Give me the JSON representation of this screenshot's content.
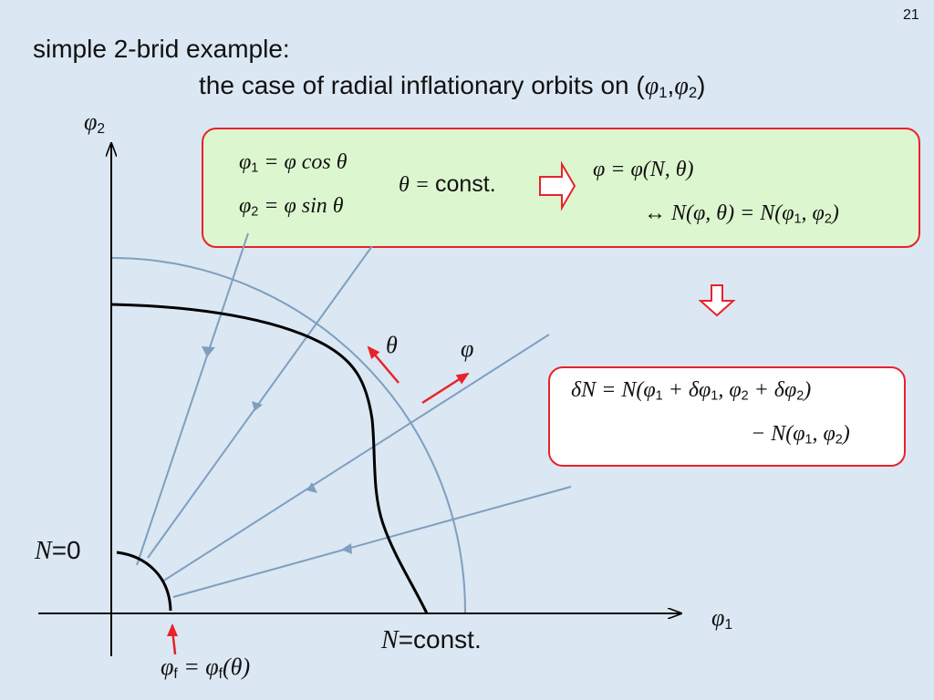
{
  "slide": {
    "number": "21",
    "title_line1": "simple 2-brid example:",
    "title_line2_prefix": "the case of radial inflationary orbits on (",
    "title_line2_phi": "φ",
    "title_line2_sub1": "1",
    "title_line2_sep": ",",
    "title_line2_sub2": "2",
    "title_line2_suffix": ")"
  },
  "equations": {
    "eq1_lhs": "φ",
    "eq1_lhs_sub": "1",
    "eq1_rhs": " = φ cos θ",
    "eq2_lhs": "φ",
    "eq2_lhs_sub": "2",
    "eq2_rhs": " = φ sin θ",
    "theta_const_sym": "θ = ",
    "theta_const_word": "const.",
    "phi_of_n": "φ = φ(N, θ)",
    "n_equiv_a": "↔ N(φ, θ) = N(φ",
    "n_equiv_sub1": "1",
    "n_equiv_b": ", φ",
    "n_equiv_sub2": "2",
    "n_equiv_c": ")",
    "dn_line1_a": "δN = N(φ",
    "dn_line1_sub1": "1",
    "dn_line1_b": " + δφ",
    "dn_line1_sub1b": "1",
    "dn_line1_c": ", φ",
    "dn_line1_sub2": "2",
    "dn_line1_d": " + δφ",
    "dn_line1_sub2b": "2",
    "dn_line1_e": ")",
    "dn_line2_a": "− N(φ",
    "dn_line2_sub1": "1",
    "dn_line2_b": ", φ",
    "dn_line2_sub2": "2",
    "dn_line2_c": ")"
  },
  "diagram": {
    "axis_y_sym": "φ",
    "axis_y_sub": "2",
    "axis_x_sym": "φ",
    "axis_x_sub": "1",
    "theta_label": "θ",
    "phi_label": "φ",
    "n0_sym": "N",
    "n0_val": "=0",
    "nconst_sym": "N",
    "nconst_val": "=const.",
    "phif_sym": "φ",
    "phif_sub": "f",
    "phif_eq": " = φ",
    "phif_sub2": "f",
    "phif_arg": "(θ)"
  },
  "colors": {
    "orbit_line": "#7f9fbf",
    "arrow_red": "#e8222a",
    "curve_black": "#000000",
    "green_box": "#dcf7cf"
  }
}
